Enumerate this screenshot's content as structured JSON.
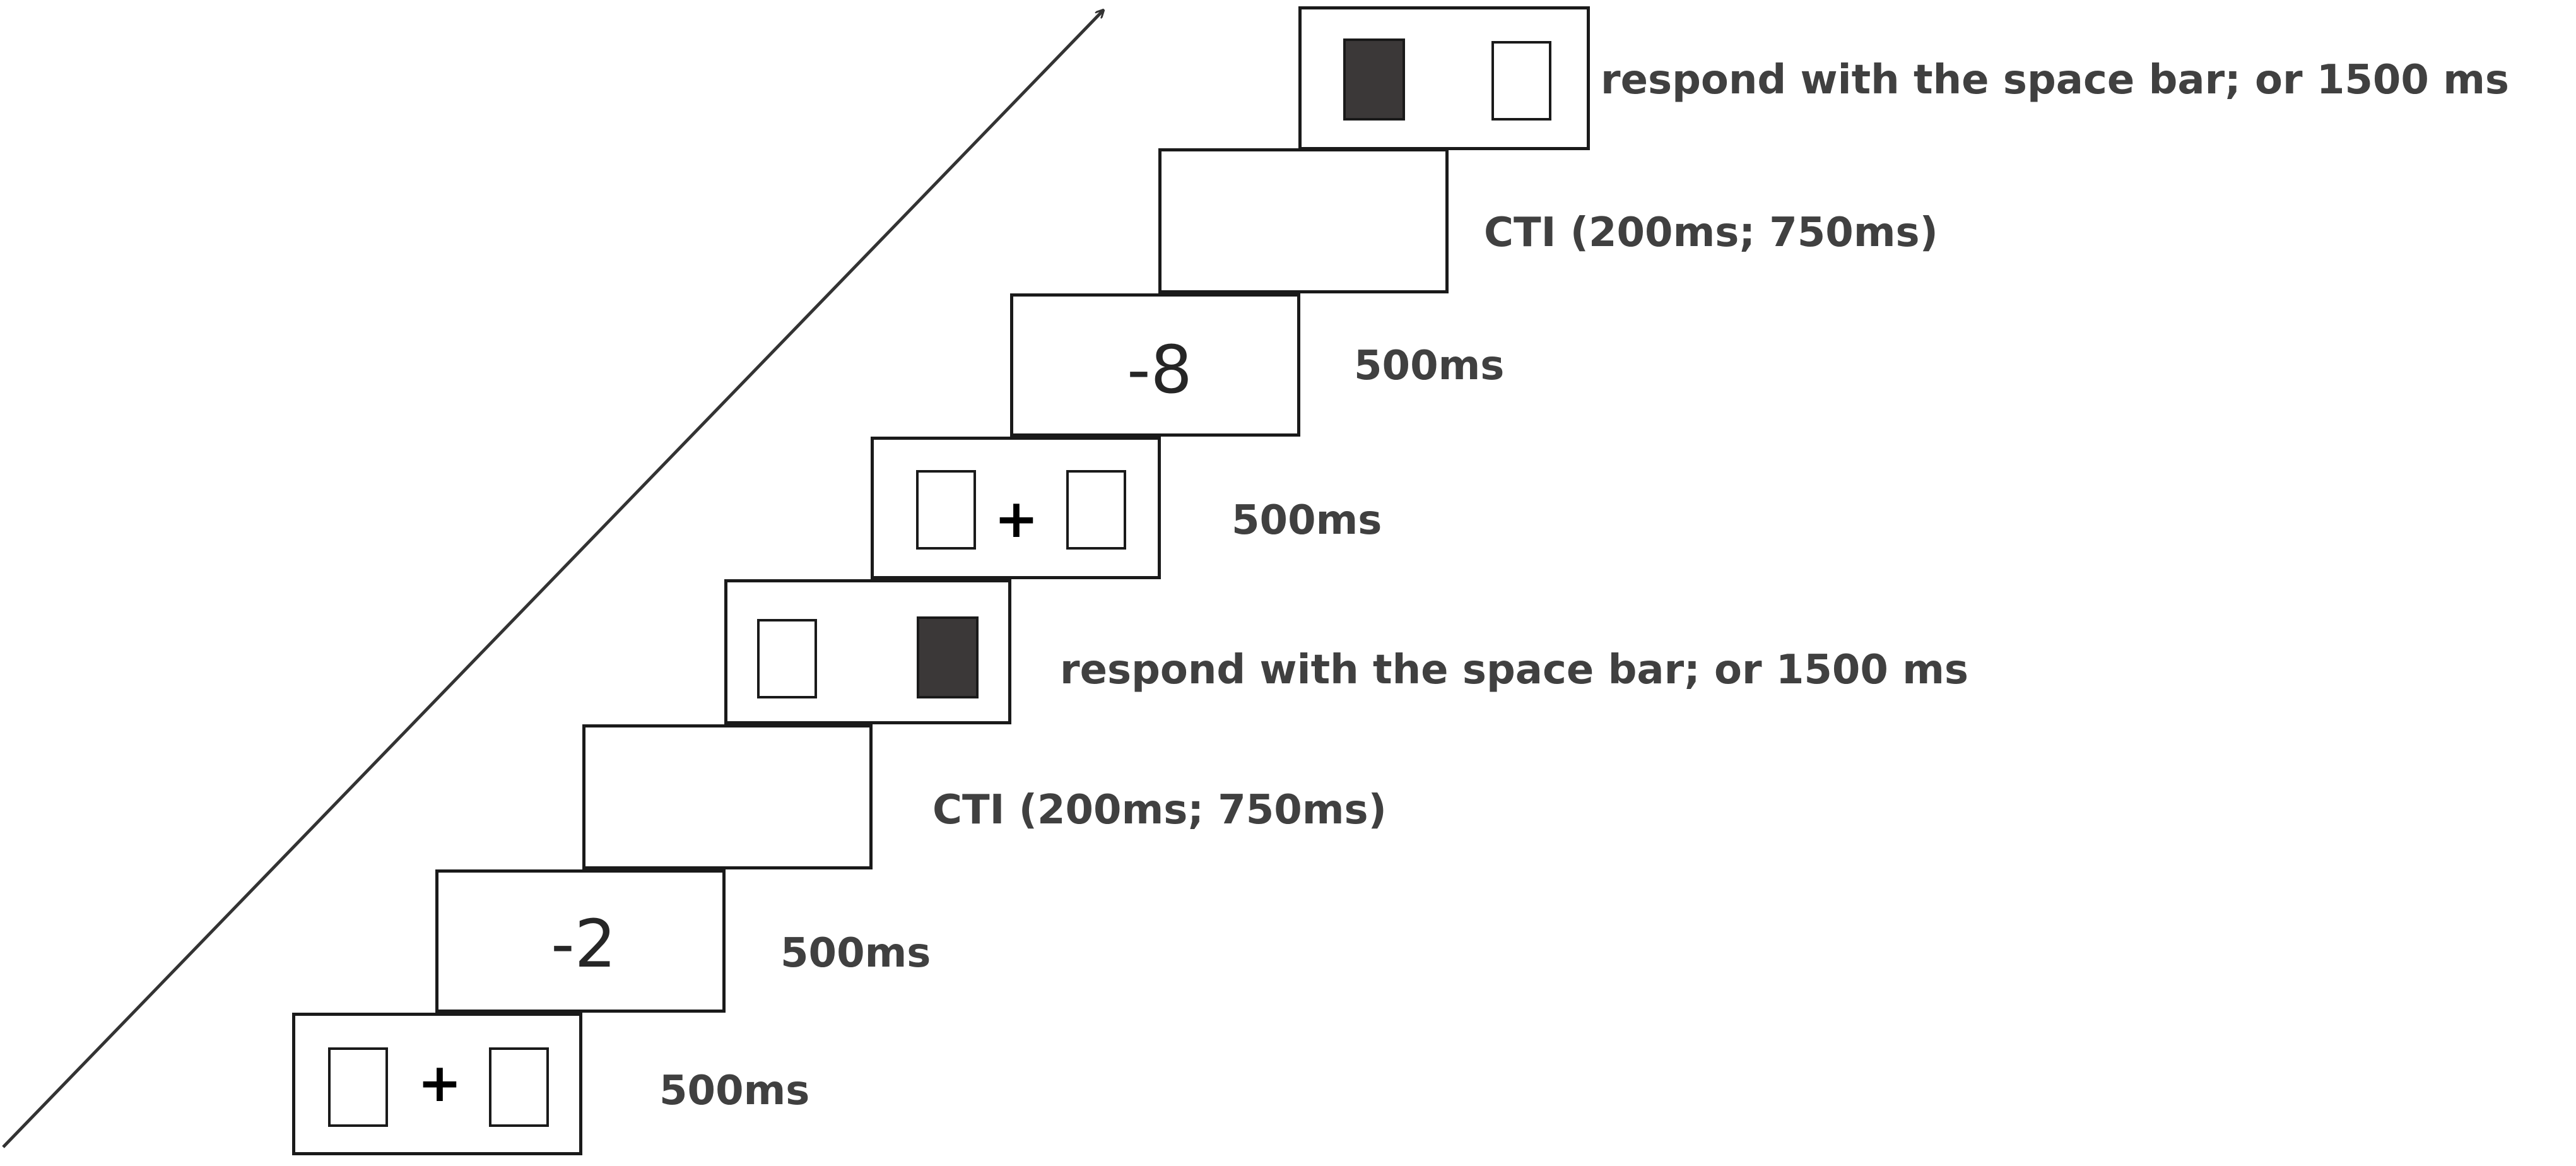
{
  "screens": [
    {
      "id": "s1",
      "content": "fixation",
      "label": "500ms"
    },
    {
      "id": "s2",
      "content": "cue",
      "cue_text": "-2",
      "label": "500ms"
    },
    {
      "id": "s3",
      "content": "blank",
      "label": "CTI (200ms; 750ms)"
    },
    {
      "id": "s4",
      "content": "target",
      "filled_side": "right",
      "label": "respond with the space bar; or 1500 ms"
    },
    {
      "id": "s5",
      "content": "fixation",
      "label": "500ms"
    },
    {
      "id": "s6",
      "content": "cue",
      "cue_text": "-8",
      "label": "500ms"
    },
    {
      "id": "s7",
      "content": "blank",
      "label": "CTI (200ms; 750ms)"
    },
    {
      "id": "s8",
      "content": "target",
      "filled_side": "left",
      "label": "respond with the space bar; or 1500 ms"
    }
  ],
  "fixation_symbol": "+",
  "time_axis": {
    "direction": "up-right",
    "label": ""
  },
  "colors": {
    "stroke": "#1a1a1a",
    "filled_box": "#3b3838",
    "label_text": "#404040"
  }
}
